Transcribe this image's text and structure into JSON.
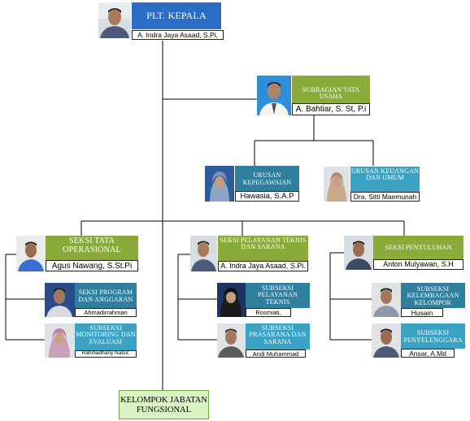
{
  "kepala": {
    "title": "Plt. KEPALA",
    "name": "A. Indra Jaya Asaad, S.Pi,"
  },
  "tata_usaha": {
    "title": "SUBBAGIAN TATA USAHA",
    "name": "A. Bahtiar, S. St, P.i"
  },
  "urusan_kepegawaian": {
    "title": "URUSAN KEPEGAWAIAN",
    "name": "Hawasia, S.A.P"
  },
  "urusan_keuangan": {
    "title": "URUSAN KEUANGAN DAN UMUM",
    "name": "Dra. Sitti Maemunah"
  },
  "seksi_tata_operasional": {
    "title": "SEKSI TATA OPERASIONAL",
    "name": "Agus Nawang, S.St.Pi"
  },
  "seksi_program": {
    "title": "SEKSI PROGRAM DAN ANGGARAN",
    "name": "Ahmadirrahman"
  },
  "subseksi_monitoring": {
    "title": "SUBSEKSI MONITORING DAN EVALUASI",
    "name": "Rahmadhany Natsir,"
  },
  "seksi_pelayanan": {
    "title": "SEKSI PELAYANAN TEKNIS DAN SARANA",
    "name": "A. Indra Jaya Asaad, S.Pi."
  },
  "subseksi_pelayanan": {
    "title": "SUBSEKSI PELAYANAN TEKNIS",
    "name": "Rosmiati,"
  },
  "subseksi_prasarana": {
    "title": "SUBSEKSI PRASARANA DAN SARANA",
    "name": "Andi Muhammad"
  },
  "seksi_penyuluhan": {
    "title": "SEKSI PENYULUHAN",
    "name": "Anton Mulyawan, S.H"
  },
  "subseksi_kelembagaan": {
    "title": "SUBSEKSI KELEMBAGAAN KELOMPOK",
    "name": "Husain"
  },
  "subseksi_penyelenggara": {
    "title": "SUBSEKSI PENYELENGGARA",
    "name": "Ansar, A.Md"
  },
  "kelompok_jabatan": {
    "title": "KELOMPOK JABATAN FUNGSIONAL"
  },
  "colors": {
    "blue": "#2b6cc4",
    "green": "#8aab3a",
    "teal": "#2f7f9f",
    "light_teal": "#3aa2c4",
    "kelompok_fill": "#d9f2c2"
  }
}
